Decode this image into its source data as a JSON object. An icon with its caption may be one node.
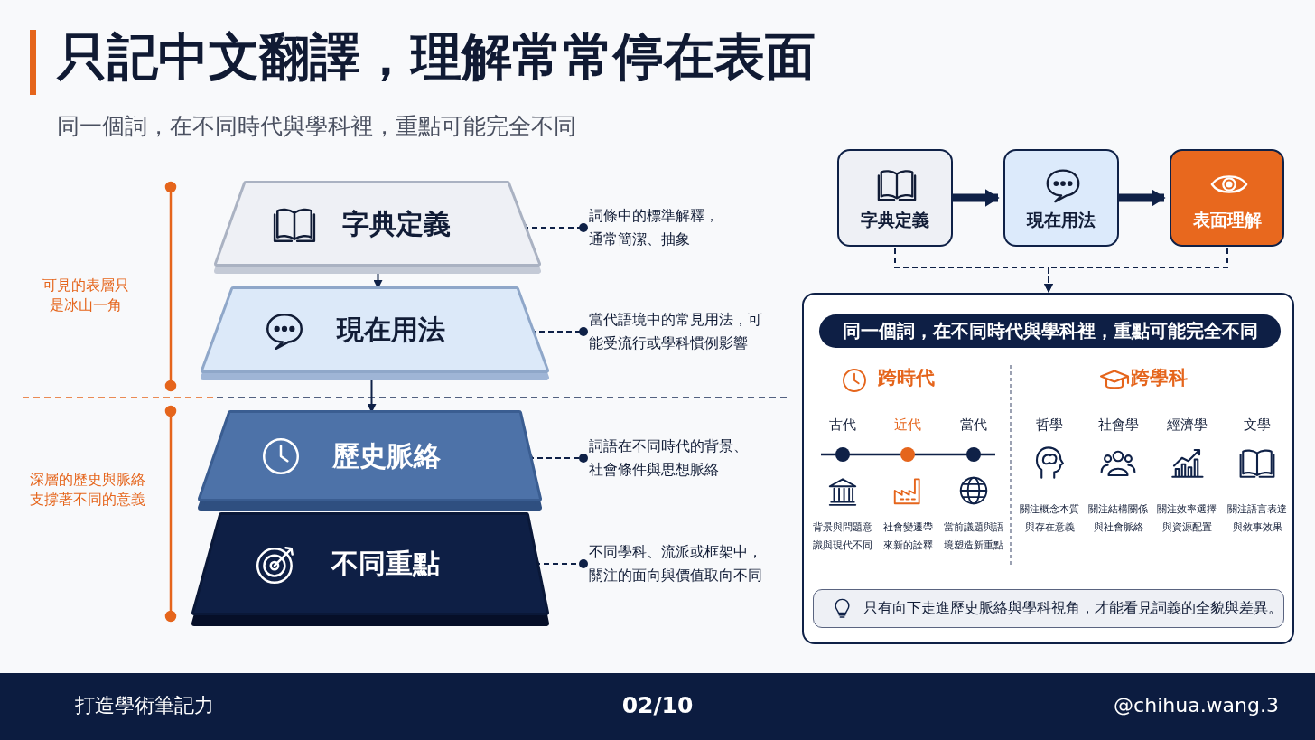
{
  "diagram": {
    "title": "只記中文翻譯，理解常常停在表面",
    "nodes": [
      {
        "text": [
          "字典定義"
        ]
      },
      {
        "text": [
          "現在用法"
        ]
      },
      {
        "text": [
          "歷史脈絡"
        ]
      },
      {
        "text": [
          "不同重點"
        ]
      },
      {
        "text": [
          "詞條中的標準解釋，通常簡潔、抽象"
        ]
      },
      {
        "text": [
          "當代語境中的常見用法，可能受流行或學科慣例影響"
        ]
      },
      {
        "text": [
          "詞語在不同時代的背景、社會條件與思想脈絡"
        ]
      },
      {
        "text": [
          "不同學科、流派或框架中，關注的面向與價值取向不同"
        ]
      },
      {
        "text": [
          "字典定義"
        ]
      },
      {
        "text": [
          "現在用法"
        ]
      },
      {
        "text": [
          "表面理解"
        ]
      },
      {
        "text": [],
        "shape": "box"
      },
      {
        "text": [
          "同一個詞，在不同時代與學科裡，重點可能完全不同"
        ],
        "in": 11
      },
      {
        "text": [
          "只有向下走進歷史脈絡與學科視角，才能看見詞義的全貌與差異。"
        ],
        "in": 11
      }
    ],
    "edges": [
      {
        "from": 0,
        "to": 1,
        "arrow": "to"
      },
      {
        "from": 1,
        "to": 2,
        "arrow": "to"
      },
      {
        "from": 0,
        "to": 4,
        "arrow": "other",
        "style": "dashed"
      },
      {
        "from": 1,
        "to": 5,
        "arrow": "other",
        "style": "dashed"
      },
      {
        "from": 2,
        "to": 6,
        "arrow": "other",
        "style": "dashed"
      },
      {
        "from": 3,
        "to": 7,
        "arrow": "other",
        "style": "dashed"
      },
      {
        "from": 8,
        "to": 9,
        "arrow": "to",
        "style": "thick"
      },
      {
        "from": 9,
        "to": 10,
        "arrow": "to",
        "style": "thick"
      },
      {
        "from": 8,
        "to": 11,
        "arrow": "to",
        "style": "dashed"
      },
      {
        "from": 10,
        "to": 11,
        "arrow": "to",
        "style": "dashed"
      }
    ],
    "labels": [
      "同一個詞，在不同時代與學科裡，重點可能完全不同",
      "可見的表層只是冰山一角",
      "深層的歷史與脈絡支撐著不同的意義",
      "跨時代",
      "古代",
      "近代",
      "當代",
      "背景與問題意識與現代不同",
      "社會變遷帶來新的詮釋",
      "當前議題與語境塑造新重點",
      "跨學科",
      "哲學",
      "社會學",
      "經濟學",
      "文學",
      "關注概念本質與存在意義",
      "關注結構關係與社會脈絡",
      "關注效率選擇與資源配置",
      "關注語言表達與敘事效果",
      "打造學術筆記力",
      "02/10",
      "@chihua.wang.3"
    ]
  }
}
